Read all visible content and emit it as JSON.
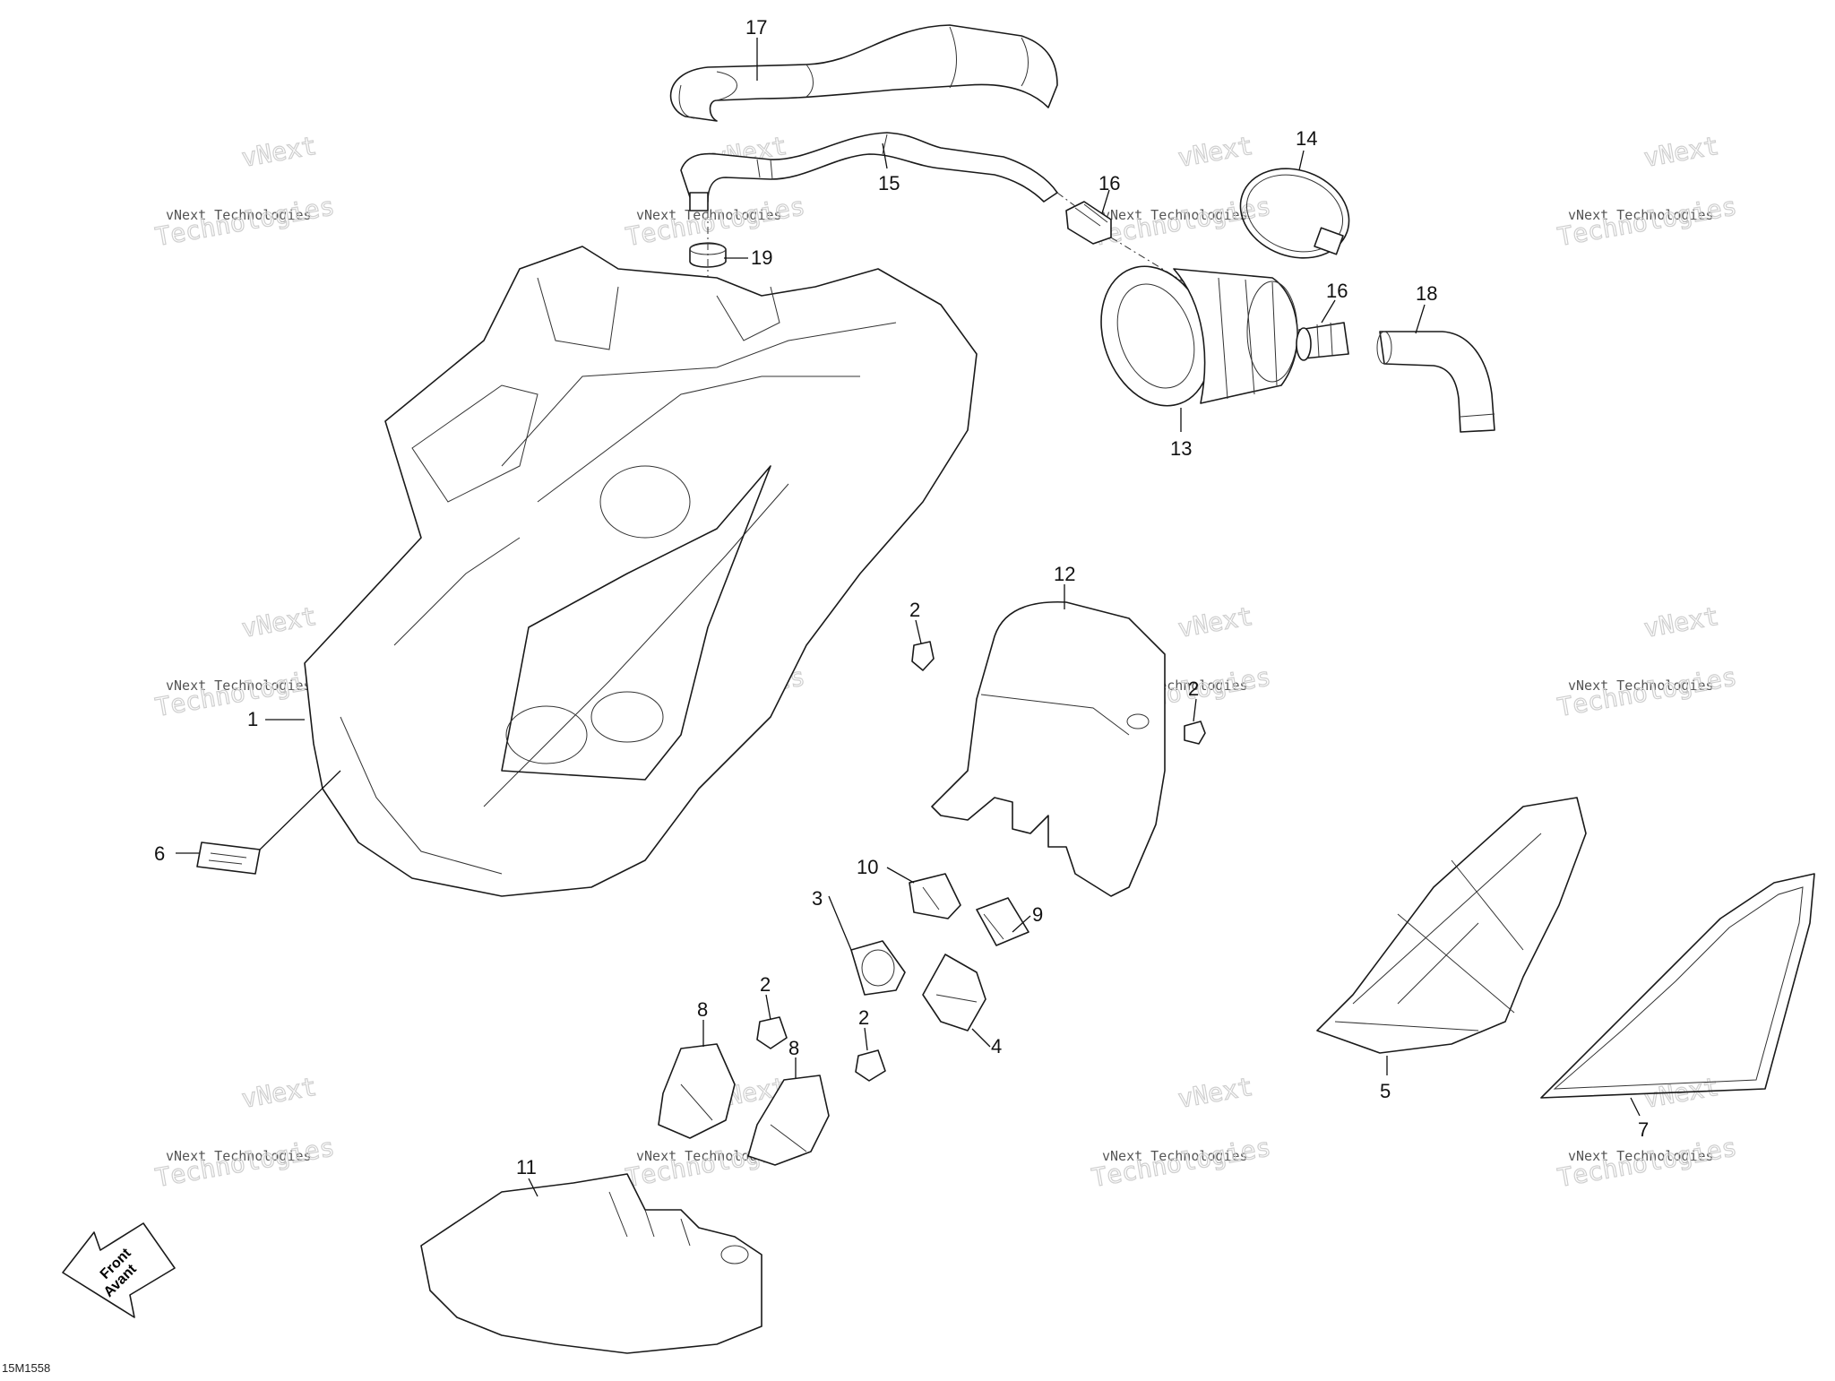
{
  "callouts": [
    "17",
    "15",
    "16",
    "19",
    "14",
    "16",
    "18",
    "13",
    "12",
    "2",
    "2",
    "1",
    "6",
    "10",
    "3",
    "9",
    "2",
    "8",
    "2",
    "8",
    "4",
    "5",
    "7",
    "11"
  ],
  "watermark": {
    "line1": "vNext",
    "line2": "vNext Technologies",
    "line3": "Technologies"
  },
  "front_arrow": {
    "line1": "Front",
    "line2": "Avant"
  },
  "document_code": "15M1558"
}
